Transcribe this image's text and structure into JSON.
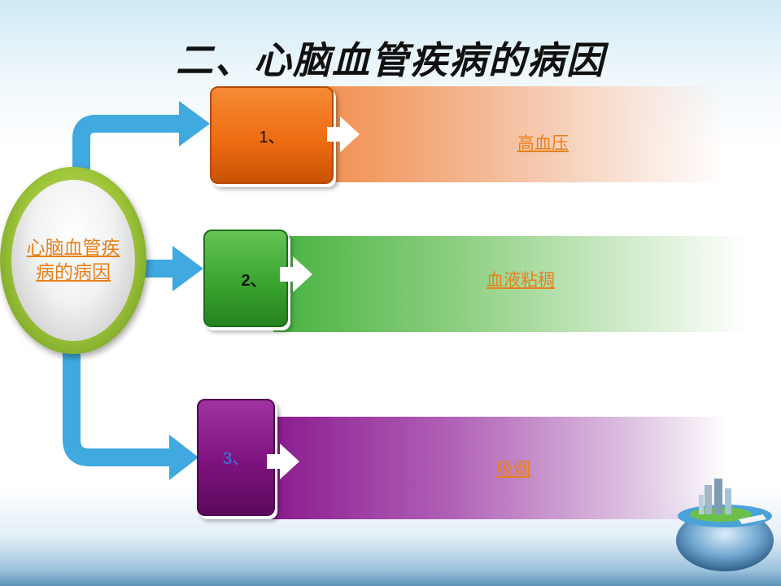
{
  "slide": {
    "title": "二、心脑血管疾病的病因",
    "hub_label": "心脑血管疾病的病因"
  },
  "causes": [
    {
      "number": "1、",
      "label": "高血压",
      "color": "#ee6d12"
    },
    {
      "number": "2、",
      "label": "血液粘稠",
      "color": "#3aa52f"
    },
    {
      "number": "3、",
      "label": "吸烟",
      "color": "#7d127d"
    }
  ],
  "colors": {
    "connector": "#3fa9e0",
    "hub_ring": "#8fb82e",
    "link_text": "#e8801a"
  },
  "icons": [
    "city-globe-icon"
  ]
}
